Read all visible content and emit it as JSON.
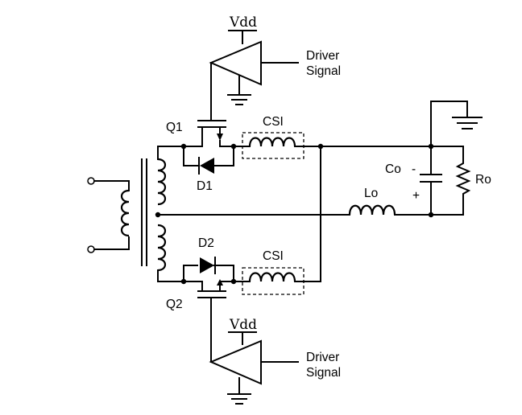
{
  "labels": {
    "vdd_top": "Vdd",
    "vdd_bottom": "Vdd",
    "driver_top_line1": "Driver",
    "driver_top_line2": "Signal",
    "driver_bottom_line1": "Driver",
    "driver_bottom_line2": "Signal",
    "q1": "Q1",
    "q2": "Q2",
    "d1": "D1",
    "d2": "D2",
    "csi_top": "CSI",
    "csi_bottom": "CSI",
    "lo": "Lo",
    "co": "Co",
    "co_minus": "-",
    "co_plus": "+",
    "ro": "Ro"
  }
}
